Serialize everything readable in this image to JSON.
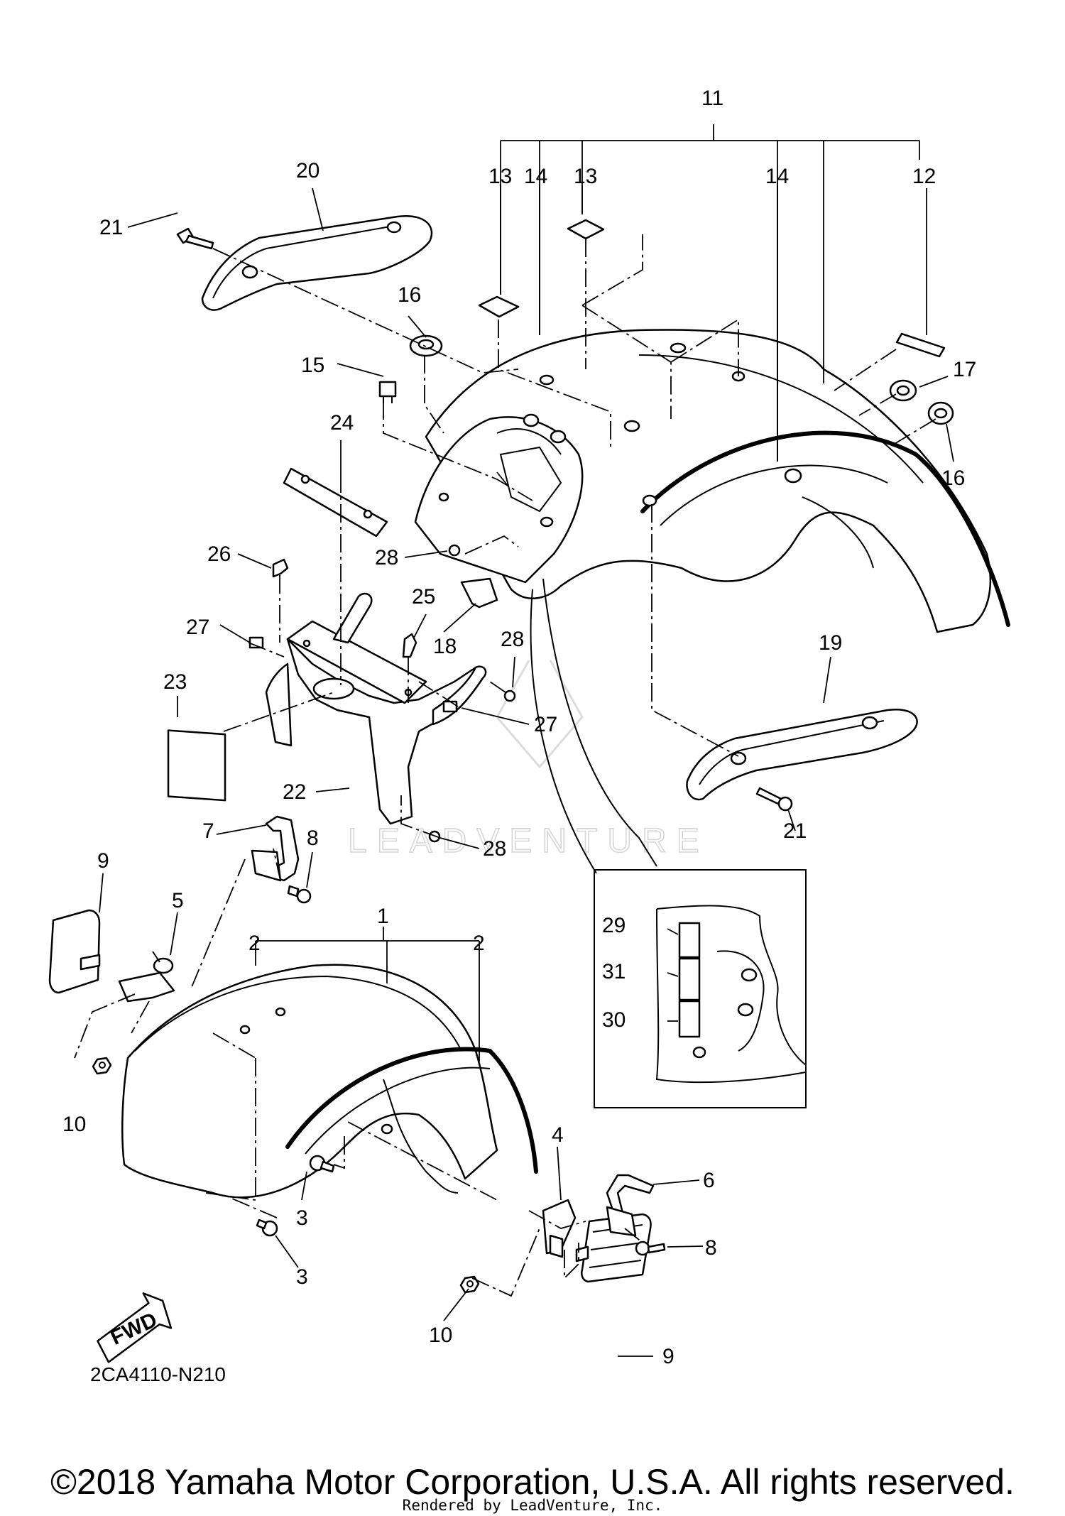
{
  "diagram": {
    "labels": [
      "1",
      "2",
      "2",
      "3",
      "3",
      "4",
      "5",
      "6",
      "7",
      "8",
      "8",
      "9",
      "9",
      "10",
      "10",
      "11",
      "12",
      "13",
      "13",
      "14",
      "14",
      "15",
      "16",
      "16",
      "17",
      "18",
      "19",
      "20",
      "21",
      "21",
      "22",
      "23",
      "24",
      "25",
      "26",
      "27",
      "27",
      "28",
      "28",
      "28",
      "29",
      "30",
      "31"
    ],
    "fwd_label": "FWD",
    "diagram_code": "2CA4110-N210",
    "watermark": "LEADVENTURE"
  },
  "footer": {
    "copyright": "©2018 Yamaha Motor Corporation, U.S.A. All rights reserved.",
    "rendered_by": "Rendered by LeadVenture, Inc."
  }
}
